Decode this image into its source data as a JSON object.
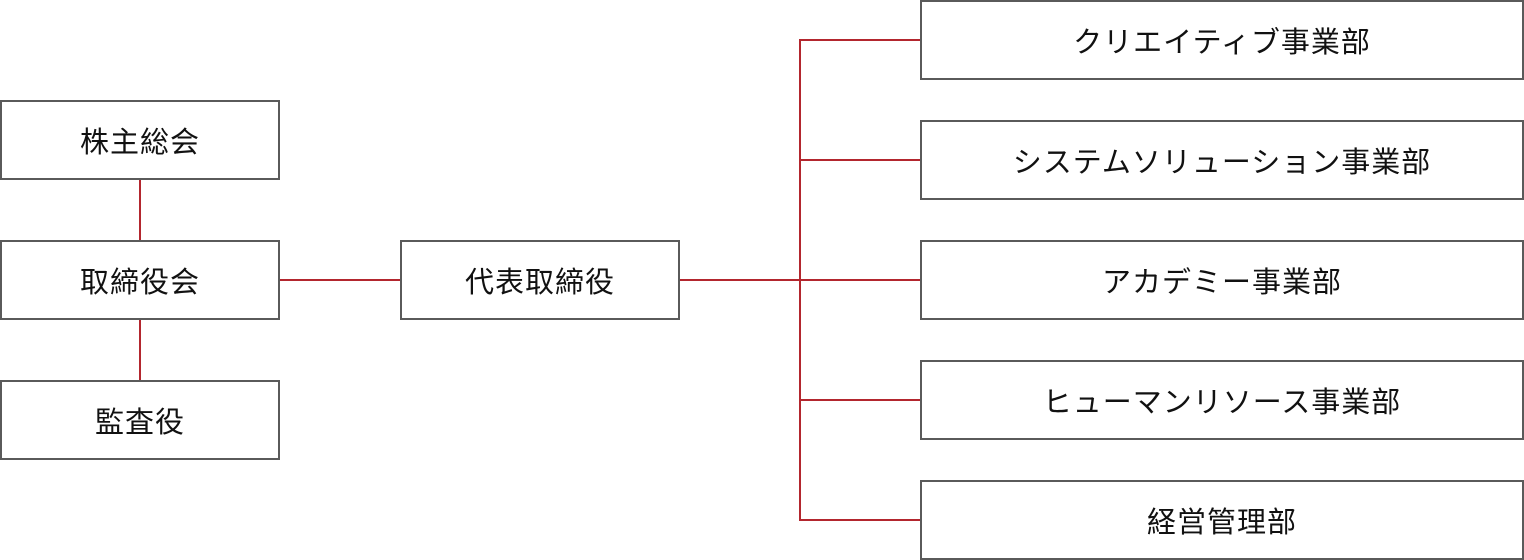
{
  "governance": {
    "shareholders": "株主総会",
    "board": "取締役会",
    "auditor": "監査役"
  },
  "ceo": "代表取締役",
  "divisions": [
    "クリエイティブ事業部",
    "システムソリューション事業部",
    "アカデミー事業部",
    "ヒューマンリソース事業部",
    "経営管理部"
  ],
  "colors": {
    "connector": "#b3262e",
    "box_border": "#5a5a5a",
    "text": "#111111"
  }
}
